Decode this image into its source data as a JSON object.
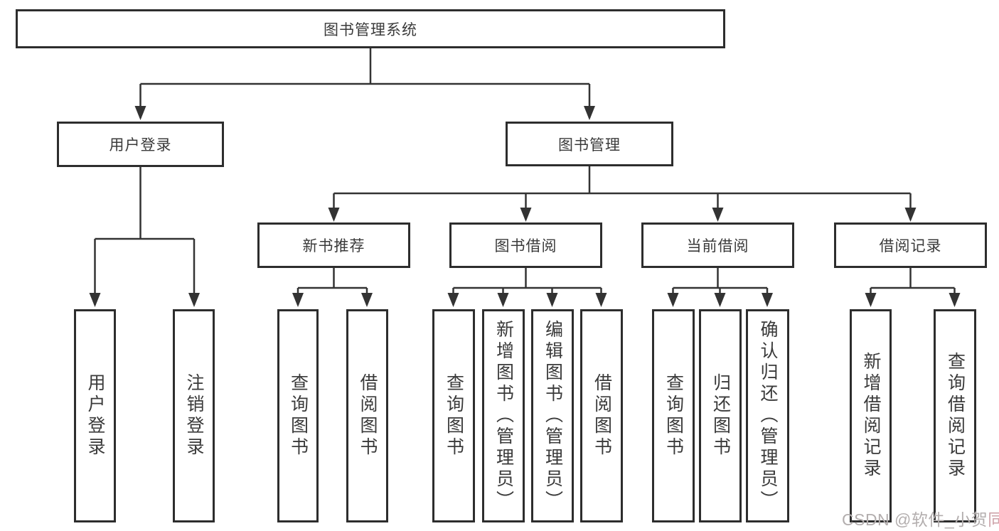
{
  "tree": {
    "root": {
      "label": "图书管理系统"
    },
    "user_login": {
      "label": "用户登录",
      "children": [
        {
          "label": "用户登录"
        },
        {
          "label": "注销登录"
        }
      ]
    },
    "book_mgmt": {
      "label": "图书管理",
      "groups": [
        {
          "label": "新书推荐",
          "children": [
            {
              "label": "查询图书"
            },
            {
              "label": "借阅图书"
            }
          ]
        },
        {
          "label": "图书借阅",
          "children": [
            {
              "label": "查询图书"
            },
            {
              "label": "新增图书（管理员）"
            },
            {
              "label": "编辑图书（管理员）"
            },
            {
              "label": "借阅图书"
            }
          ]
        },
        {
          "label": "当前借阅",
          "children": [
            {
              "label": "查询图书"
            },
            {
              "label": "归还图书"
            },
            {
              "label": "确认归还（管理员）"
            }
          ]
        },
        {
          "label": "借阅记录",
          "children": [
            {
              "label": "新增借阅记录"
            },
            {
              "label": "查询借阅记录"
            }
          ]
        }
      ]
    }
  },
  "colors": {
    "line": "#333333",
    "border": "#2d2d2d",
    "text": "#3a3a3a",
    "watermark_gray": "#b3aeae",
    "watermark_pink": "#cda2a8"
  },
  "watermark": {
    "prefix": "CSDN @软件_小贺",
    "suffix": "同学"
  }
}
